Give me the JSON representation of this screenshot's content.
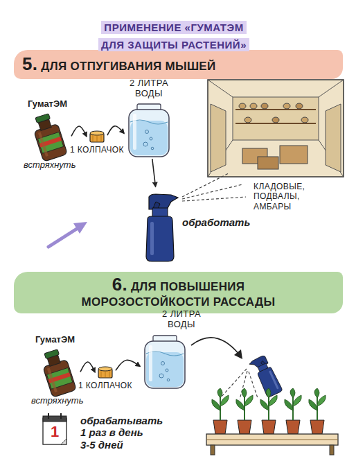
{
  "diagram": {
    "title": "ПРИМЕНЕНИЕ «ГУМАТЭМ ДЛЯ ЗАЩИТЫ РАСТЕНИЙ»",
    "nodes": [
      {
        "text": [
          "5. ДЛЯ ОТПУГИВАНИЯ МЫШЕЙ"
        ]
      },
      {
        "text": [
          "ГуматЭМ",
          "встряхнуть"
        ]
      },
      {
        "text": [
          "1 КОЛПАЧОК"
        ]
      },
      {
        "text": [
          "2 ЛИТРА ВОДЫ"
        ]
      },
      {
        "text": [
          "обработать"
        ]
      },
      {
        "text": [
          "6. ДЛЯ ПОВЫШЕНИЯ МОРОЗОСТОЙКОСТИ РАССАДЫ"
        ]
      },
      {
        "text": [
          "ГуматЭМ",
          "встряхнуть"
        ]
      },
      {
        "text": [
          "1 КОЛПАЧОК"
        ]
      },
      {
        "text": [
          "2 ЛИТРА ВОДЫ"
        ]
      },
      {
        "text": [
          "1",
          "обрабатывать 1 раз в день 3-5 дней"
        ]
      }
    ],
    "edges": [
      {
        "from": 1,
        "to": 2,
        "arrow": "to"
      },
      {
        "from": 2,
        "to": 3,
        "arrow": "to"
      },
      {
        "from": 3,
        "to": 4,
        "arrow": "to"
      },
      {
        "from": 6,
        "to": 7,
        "arrow": "to"
      },
      {
        "from": 7,
        "to": 8,
        "arrow": "to"
      }
    ],
    "labels": [
      "КЛАДОВЫЕ, ПОДВАЛЫ, АМБАРЫ"
    ]
  }
}
